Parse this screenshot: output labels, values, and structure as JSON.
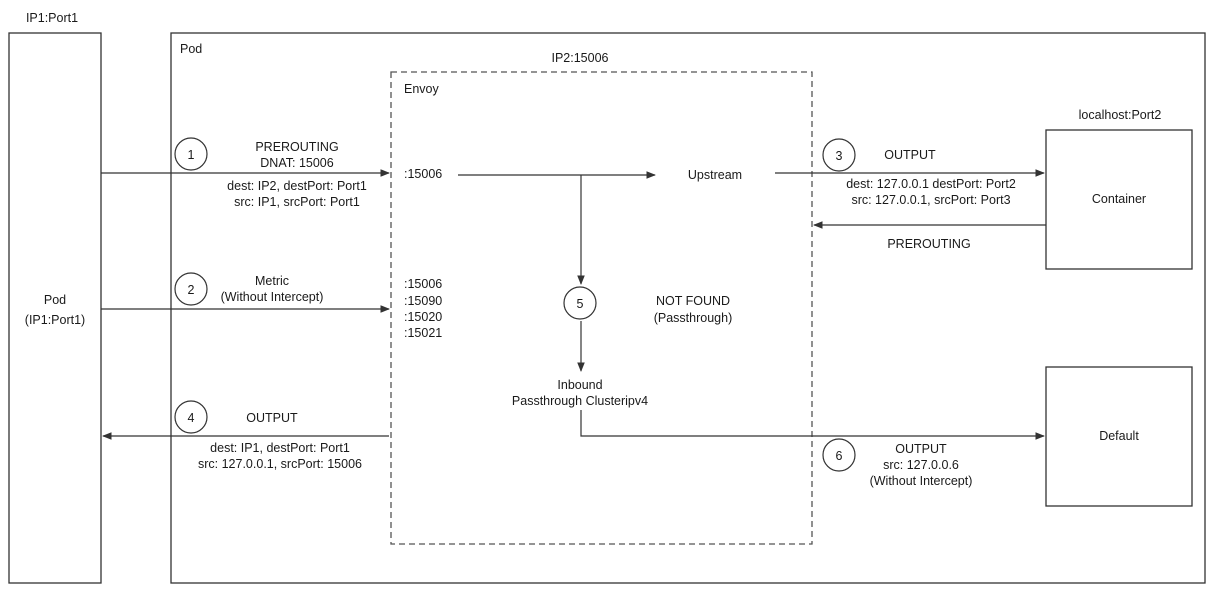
{
  "left_pod": {
    "top_label": "IP1:Port1",
    "name": "Pod",
    "address": "(IP1:Port1)"
  },
  "pod": {
    "label": "Pod"
  },
  "envoy": {
    "top_label": "IP2:15006",
    "label": "Envoy",
    "port_main": ":15006",
    "ports": [
      ":15006",
      ":15090",
      ":15020",
      ":15021"
    ],
    "upstream": "Upstream",
    "inbound": [
      "Inbound",
      "Passthrough Clusteripv4"
    ],
    "not_found": [
      "NOT FOUND",
      "(Passthrough)"
    ]
  },
  "container": {
    "top_label": "localhost:Port2",
    "label": "Container"
  },
  "default_box": {
    "label": "Default"
  },
  "steps": [
    {
      "num": "1",
      "above": [
        "PREROUTING",
        "DNAT: 15006"
      ],
      "below": [
        "dest: IP2, destPort: Port1",
        "src: IP1, srcPort: Port1"
      ]
    },
    {
      "num": "2",
      "above": [
        "Metric",
        "(Without Intercept)"
      ],
      "below": []
    },
    {
      "num": "3",
      "above": [
        "OUTPUT"
      ],
      "below": [
        "dest: 127.0.0.1 destPort: Port2",
        "src: 127.0.0.1, srcPort: Port3"
      ]
    },
    {
      "num": "4",
      "above": [
        "OUTPUT"
      ],
      "below": [
        "dest: IP1, destPort: Port1",
        "src: 127.0.0.1, srcPort: 15006"
      ]
    },
    {
      "num": "5",
      "above": [],
      "below": []
    },
    {
      "num": "6",
      "above": [
        "OUTPUT",
        "src: 127.0.0.6",
        "(Without Intercept)"
      ],
      "below": []
    }
  ],
  "return_label": "PREROUTING"
}
